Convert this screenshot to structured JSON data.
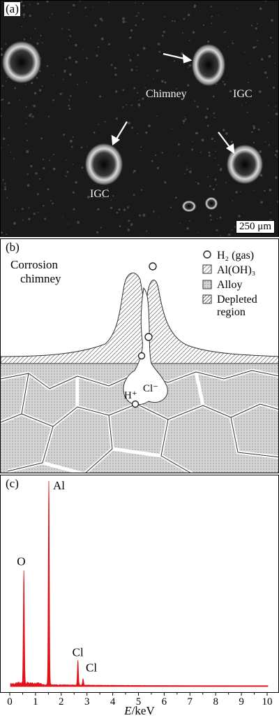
{
  "panel_a": {
    "tag": "(a)",
    "labels": {
      "chimney": "Chimney",
      "igc_top": "IGC",
      "igc_bottom": "IGC"
    },
    "scalebar": "250 μm"
  },
  "panel_b": {
    "tag": "(b)",
    "title_line1": "Corrosion",
    "title_line2": "chimney",
    "legend": [
      {
        "symbol": "circle",
        "label": "H₂ (gas)"
      },
      {
        "symbol": "dots",
        "label": "Al(OH)₃"
      },
      {
        "symbol": "grid",
        "label": "Alloy"
      },
      {
        "symbol": "hatch",
        "label": "Depleted region"
      }
    ],
    "ions": {
      "h": "H⁺",
      "cl": "Cl⁻"
    }
  },
  "panel_c": {
    "tag": "(c)",
    "xlabel_var": "E",
    "xlabel_unit": "/keV"
  },
  "chart_data": {
    "type": "line",
    "xlabel": "E/keV",
    "xlim": [
      -0.1,
      10.2
    ],
    "xticks": [
      0,
      1,
      2,
      3,
      4,
      5,
      6,
      7,
      8,
      9,
      10
    ],
    "peaks": [
      {
        "label": "O",
        "x": 0.52,
        "height": 0.55
      },
      {
        "label": "Al",
        "x": 1.49,
        "height": 1.0
      },
      {
        "label": "Cl",
        "x": 2.62,
        "height": 0.12
      },
      {
        "label": "Cl",
        "x": 2.82,
        "height": 0.03
      }
    ],
    "color": "#e0141c"
  }
}
